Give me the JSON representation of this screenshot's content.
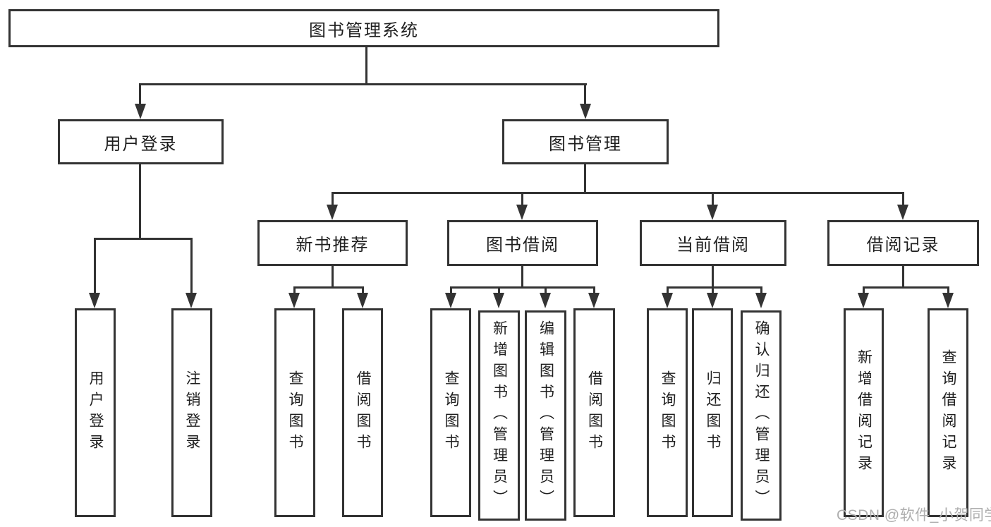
{
  "title": "图书管理系统",
  "tree": {
    "label": "图书管理系统",
    "children": [
      {
        "label": "用户登录",
        "children": [
          {
            "label": "用户登录"
          },
          {
            "label": "注销登录"
          }
        ]
      },
      {
        "label": "图书管理",
        "children": [
          {
            "label": "新书推荐",
            "children": [
              {
                "label": "查询图书"
              },
              {
                "label": "借阅图书"
              }
            ]
          },
          {
            "label": "图书借阅",
            "children": [
              {
                "label": "查询图书"
              },
              {
                "label": "新增图书（管理员）"
              },
              {
                "label": "编辑图书（管理员）"
              },
              {
                "label": "借阅图书"
              }
            ]
          },
          {
            "label": "当前借阅",
            "children": [
              {
                "label": "查询图书"
              },
              {
                "label": "归还图书"
              },
              {
                "label": "确认归还（管理员）"
              }
            ]
          },
          {
            "label": "借阅记录",
            "children": [
              {
                "label": "新增借阅记录"
              },
              {
                "label": "查询借阅记录"
              }
            ]
          }
        ]
      }
    ]
  },
  "watermark": "CSDN @软件_小贺同学",
  "colors": {
    "line": "#333333",
    "text": "#1f1f1f",
    "box_background": "#ffffff",
    "page_background": "#ffffff",
    "watermark": "#aeaeae"
  }
}
